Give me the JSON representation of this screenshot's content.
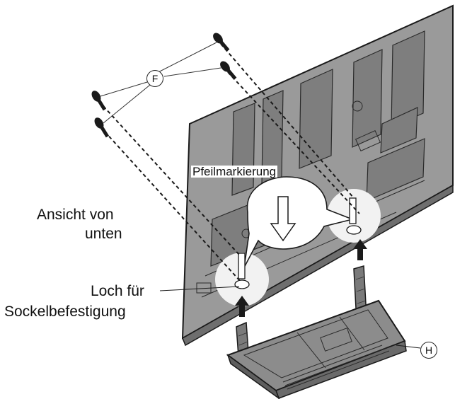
{
  "labels": {
    "part_f": "F",
    "part_h": "H",
    "arrow_marking": "Pfeilmarkierung",
    "bottom_view_line1": "Ansicht von",
    "bottom_view_line2": "unten",
    "hole_line1": "Loch für",
    "hole_line2": "Sockelbefestigung"
  },
  "colors": {
    "line": "#1a1a1a",
    "tv_fill": "#9a9a9a",
    "tv_dark": "#6e6e6e",
    "stand_fill": "#8c8c8c",
    "zoom_fill": "#f2f2f2"
  }
}
